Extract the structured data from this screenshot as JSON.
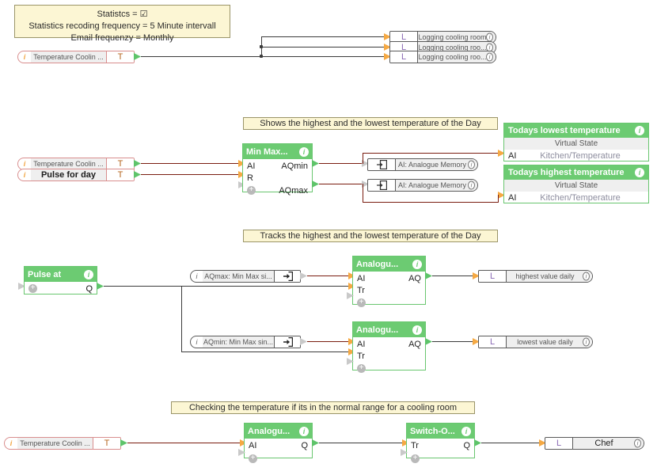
{
  "notes": {
    "settings": {
      "line1": "Statistcs = ☑",
      "line2": "Statistics recoding frequency = 5 Minute intervall",
      "line3": "Email frequenzy = Monthly"
    },
    "minmax": "Shows the highest and the lowest temperature of the Day",
    "tracks": "Tracks the highest and the lowest temperature of the Day",
    "checking": "Checking the temperature if its in the normal range for a cooling room"
  },
  "inputs": {
    "temp_top": {
      "badge": "i",
      "name": "Temperature  Coolin ...",
      "type": "T"
    },
    "temp_minmax": {
      "badge": "i",
      "name": "Temperature  Coolin ...",
      "type": "T"
    },
    "pulse_day": {
      "badge": "i",
      "name": "Pulse for day",
      "type": "T"
    },
    "temp_bottom": {
      "badge": "i",
      "name": "Temperature  Coolin ...",
      "type": "T"
    }
  },
  "loggers": [
    {
      "type": "L",
      "name": "Logging cooling room",
      "info": "i"
    },
    {
      "type": "L",
      "name": "Logging  cooling roo...",
      "info": "i"
    },
    {
      "type": "L",
      "name": "Logging  cooling roo...",
      "info": "i"
    }
  ],
  "blocks": {
    "minmax": {
      "title": "Min Max...",
      "info": "i",
      "inputs": [
        "AI",
        "R"
      ],
      "outputs": [
        "AQmin",
        "AQmax"
      ],
      "add": "+"
    },
    "pulse_at": {
      "title": "Pulse at",
      "info": "i",
      "add": "+",
      "output": "Q"
    },
    "analogue_high": {
      "title": "Analogu...",
      "info": "i",
      "inputs": [
        "AI",
        "Tr"
      ],
      "output": "AQ",
      "add": "+"
    },
    "analogue_low": {
      "title": "Analogu...",
      "info": "i",
      "inputs": [
        "AI",
        "Tr"
      ],
      "output": "AQ",
      "add": "+"
    },
    "analogue_check": {
      "title": "Analogu...",
      "info": "i",
      "input": "AI",
      "output": "Q",
      "add": "+"
    },
    "switch_off": {
      "title": "Switch-O...",
      "info": "i",
      "input": "Tr",
      "output": "Q",
      "add": "+"
    }
  },
  "memories": [
    {
      "icon": "analogue-memory-icon",
      "name": "AI: Analogue Memory",
      "info": "i"
    },
    {
      "icon": "analogue-memory-icon",
      "name": "AI: Analogue Memory",
      "info": "i"
    }
  ],
  "virtual_states": [
    {
      "title": "Todays lowest temperature",
      "info": "i",
      "sub": "Virtual State",
      "type": "AI",
      "path": "Kitchen/Temperature"
    },
    {
      "title": "Todays highest temperature",
      "info": "i",
      "sub": "Virtual State",
      "type": "AI",
      "path": "Kitchen/Temperature"
    }
  ],
  "references": [
    {
      "badge": "i",
      "name": "AQmax: Min Max si...",
      "icon": "export-ref-icon"
    },
    {
      "badge": "i",
      "name": "AQmin: Min Max sin...",
      "icon": "export-ref-icon"
    }
  ],
  "outputs": {
    "highest": {
      "type": "L",
      "name": "highest value daily",
      "info": "i"
    },
    "lowest": {
      "type": "L",
      "name": "lowest value daily",
      "info": "i"
    },
    "chef": {
      "type": "L",
      "name": "Chef",
      "info": "i"
    }
  },
  "colors": {
    "block_green": "#6ccb72",
    "note_yellow": "#fcf6d4",
    "wire_red": "#7a1d10",
    "wire_dark": "#3b3b3b",
    "pin_out": "#5ec46a",
    "pin_in": "#f5a943"
  }
}
